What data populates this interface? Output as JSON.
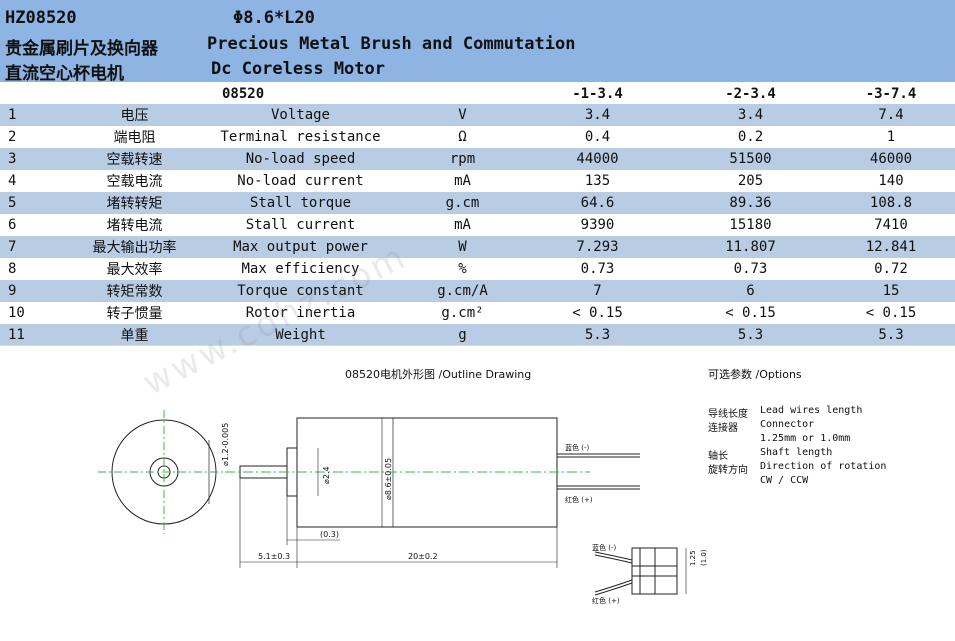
{
  "header": {
    "model": "HZ08520",
    "size": "Φ8.6*L20",
    "cn_line1": "贵金属刷片及换向器",
    "en_line1": "Precious Metal Brush and Commutation",
    "cn_line2": "直流空心杯电机",
    "en_line2": "Dc Coreless Motor"
  },
  "table": {
    "model_label": "08520",
    "variants": [
      "-1-3.4",
      "-2-3.4",
      "-3-7.4"
    ],
    "rows": [
      {
        "no": "1",
        "cn": "电压",
        "en": "Voltage",
        "unit": "V",
        "v1": "3.4",
        "v2": "3.4",
        "v3": "7.4"
      },
      {
        "no": "2",
        "cn": "端电阻",
        "en": "Terminal resistance",
        "unit": "Ω",
        "v1": "0.4",
        "v2": "0.2",
        "v3": "1"
      },
      {
        "no": "3",
        "cn": "空载转速",
        "en": "No-load speed",
        "unit": "rpm",
        "v1": "44000",
        "v2": "51500",
        "v3": "46000"
      },
      {
        "no": "4",
        "cn": "空载电流",
        "en": "No-load current",
        "unit": "mA",
        "v1": "135",
        "v2": "205",
        "v3": "140"
      },
      {
        "no": "5",
        "cn": "堵转转矩",
        "en": "Stall torque",
        "unit": "g.cm",
        "v1": "64.6",
        "v2": "89.36",
        "v3": "108.8"
      },
      {
        "no": "6",
        "cn": "堵转电流",
        "en": "Stall current",
        "unit": "mA",
        "v1": "9390",
        "v2": "15180",
        "v3": "7410"
      },
      {
        "no": "7",
        "cn": "最大输出功率",
        "en": "Max output power",
        "unit": "W",
        "v1": "7.293",
        "v2": "11.807",
        "v3": "12.841"
      },
      {
        "no": "8",
        "cn": "最大效率",
        "en": "Max efficiency",
        "unit": "%",
        "v1": "0.73",
        "v2": "0.73",
        "v3": "0.72"
      },
      {
        "no": "9",
        "cn": "转矩常数",
        "en": "Torque constant",
        "unit": "g.cm/A",
        "v1": "7",
        "v2": "6",
        "v3": "15"
      },
      {
        "no": "10",
        "cn": "转子惯量",
        "en": "Rotor inertia",
        "unit": "g.cm²",
        "v1": "< 0.15",
        "v2": "< 0.15",
        "v3": "< 0.15"
      },
      {
        "no": "11",
        "cn": "单重",
        "en": "Weight",
        "unit": "g",
        "v1": "5.3",
        "v2": "5.3",
        "v3": "5.3"
      }
    ]
  },
  "drawing": {
    "caption": "08520电机外形图 /Outline Drawing",
    "dim_shaft_dia": "⌀1.2-0.005",
    "dim_bearing_dia": "⌀2.4",
    "dim_body_dia": "⌀8.6±0.05",
    "dim_gap": "(0.3)",
    "dim_shaft_len": "5.1±0.3",
    "dim_body_len": "20±0.2",
    "wire_blue": "蓝色 (-)",
    "wire_red": "红色 (+)",
    "conn_blue": "蓝色 (-)",
    "conn_red": "红色 (+)",
    "conn_dim1": "1.25",
    "conn_dim2": "(1.0)"
  },
  "options": {
    "title": "可选参数 /Options",
    "items": [
      {
        "cn": "导线长度",
        "en": "Lead wires length"
      },
      {
        "cn": "连接器",
        "en": "Connector"
      },
      {
        "cn": "",
        "en": "1.25mm or 1.0mm"
      },
      {
        "cn": "轴长",
        "en": "Shaft length"
      },
      {
        "cn": "旋转方向",
        "en": "Direction of rotation"
      },
      {
        "cn": "",
        "en": "CW / CCW"
      }
    ]
  },
  "watermark": "www.cqhz.com",
  "colors": {
    "header_bg": "#8db4e3",
    "row_blue": "#b8cce4",
    "center_line": "#2fbf3a",
    "line": "#222222"
  }
}
